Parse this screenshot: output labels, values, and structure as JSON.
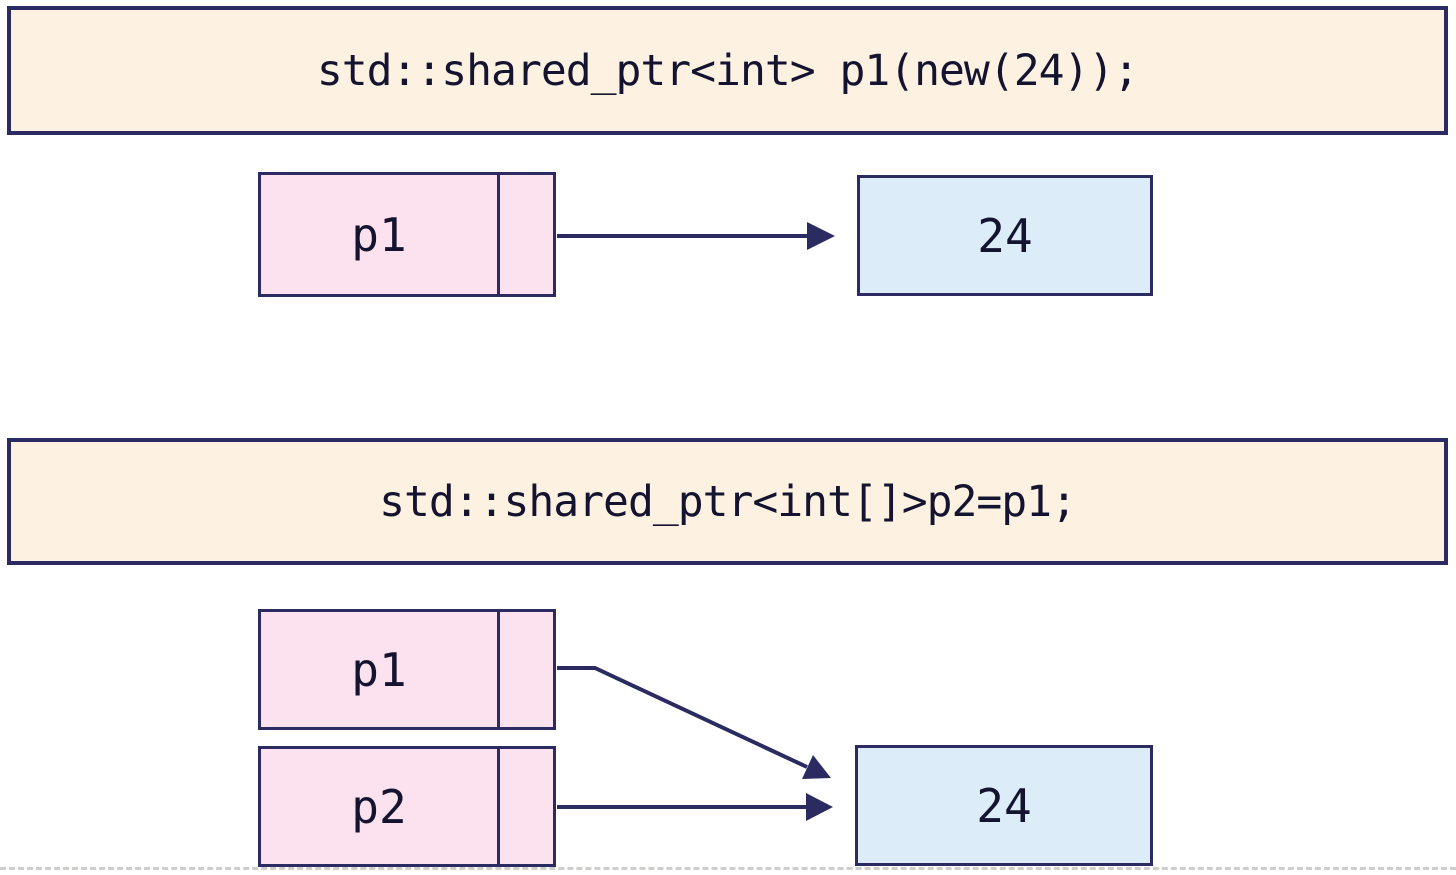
{
  "colors": {
    "background": "#ffffff",
    "code_banner_fill": "#fdf2e1",
    "pointer_box_fill": "#fce2ee",
    "value_box_fill": "#dcecf8",
    "stroke_navy": "#2b2b62",
    "text": "#141430"
  },
  "steps": [
    {
      "code": "std::shared_ptr<int> p1(new(24));",
      "pointers": [
        {
          "label": "p1"
        }
      ],
      "value": "24"
    },
    {
      "code": "std::shared_ptr<int[]>p2=p1;",
      "pointers": [
        {
          "label": "p1"
        },
        {
          "label": "p2"
        }
      ],
      "value": "24"
    }
  ]
}
